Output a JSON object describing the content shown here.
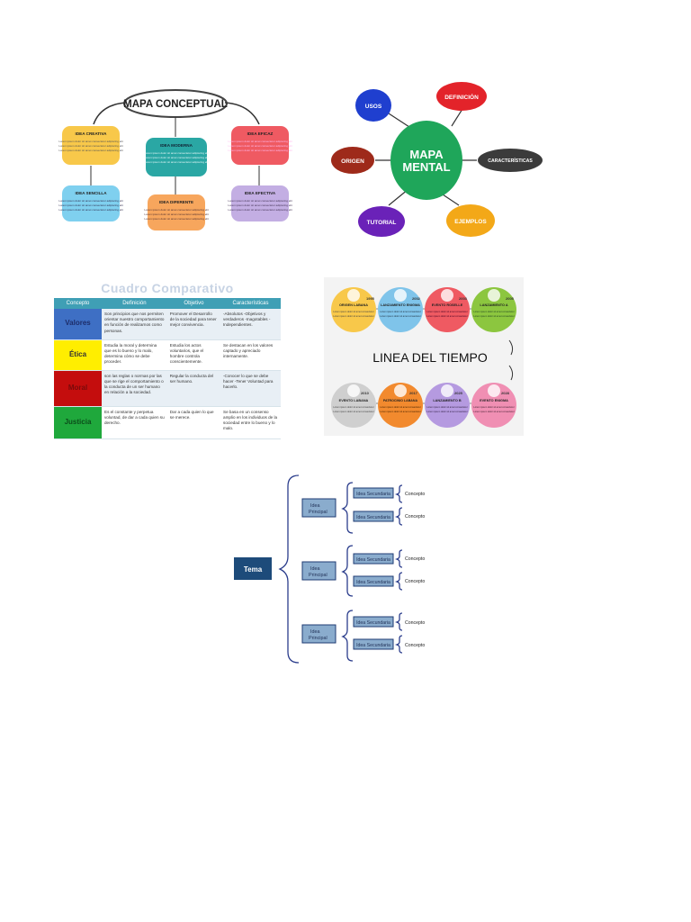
{
  "concept_map": {
    "title": "MAPA CONCEPTUAL",
    "body_text": "Lorem ipsum dolor sit amet consectetur adipiscing elit",
    "nodes": [
      {
        "label": "IDEA CREATIVA",
        "color": "#f8c84a"
      },
      {
        "label": "IDEA MODERNA",
        "color": "#2aa7a4"
      },
      {
        "label": "IDEA EFICAZ",
        "color": "#ef5a62"
      },
      {
        "label": "IDEA SENCILLA",
        "color": "#7fd0ef"
      },
      {
        "label": "IDEA DIFERENTE",
        "color": "#f7a65d"
      },
      {
        "label": "IDEA EFECTIVA",
        "color": "#c3aee3"
      }
    ]
  },
  "mind_map": {
    "center_line1": "MAPA",
    "center_line2": "MENTAL",
    "center_color": "#1fa65a",
    "nodes": [
      {
        "label": "USOS",
        "color": "#1f3fcf"
      },
      {
        "label": "DEFINICIÓN",
        "color": "#e3232a"
      },
      {
        "label": "ORIGEN",
        "color": "#9e2a1a"
      },
      {
        "label": "CARACTERÍSTICAS",
        "color": "#3b3b3b"
      },
      {
        "label": "TUTORIAL",
        "color": "#6a22b8"
      },
      {
        "label": "EJEMPLOS",
        "color": "#f3a818"
      }
    ]
  },
  "comparative": {
    "title": "Cuadro Comparativo",
    "headers": [
      "Concepto",
      "Definición",
      "Objetivo",
      "Características"
    ],
    "rows": [
      {
        "concept": "Valores",
        "color": "#3e6fc4",
        "text_color": "#1d2d6a",
        "definition": "Son principios que nos permiten orientar nuestro comportamiento en función de realizarnos como personas.",
        "objective": "Promover el Desarrollo de la sociedad para tener mejor convivencia.",
        "characteristics": "-Absolutos -Objetivos y verdaderos -Inagotables -Independientes."
      },
      {
        "concept": "Ética",
        "color": "#ffee00",
        "text_color": "#333333",
        "definition": "Estudia la moral y determina que es lo bueno y lo malo, determina cómo se debe proceder.",
        "objective": "Estudia los actos voluntarios, que el hombre controla conscientemente.",
        "characteristics": "Se destacan en los valores captado y apreciado internamente."
      },
      {
        "concept": "Moral",
        "color": "#c40d0d",
        "text_color": "#7a0a0a",
        "definition": "son las reglas o normas por las que se rige el comportamiento o la conducta de un ser humano en relación a la sociedad.",
        "objective": "Regular la conducta del ser humano.",
        "characteristics": "-Conocer lo que se debe hacer -Tener Voluntad para hacerlo."
      },
      {
        "concept": "Justicia",
        "color": "#1fa83c",
        "text_color": "#0b4d1a",
        "definition": "Es el constante y perpetua voluntad, de dar a cada quien su derecho.",
        "objective": "Dar a cada quien lo que se merece.",
        "characteristics": "Se basa en un consenso amplio en los individuos de la sociedad entre lo bueno y lo malo."
      }
    ]
  },
  "timeline": {
    "title": "LINEA DEL TIEMPO",
    "body_text": "Lorem ipsum dolor sit amet consectetur",
    "top": [
      {
        "year": "1995",
        "label": "ORIGEN LABANA",
        "color": "#f8c84a"
      },
      {
        "year": "2002",
        "label": "LANZAMIENTO ENIGMA",
        "color": "#7fc4ea"
      },
      {
        "year": "2003",
        "label": "EVENTO ROSELLE",
        "color": "#ef5a62"
      },
      {
        "year": "2005",
        "label": "LANZAMIENTO A",
        "color": "#8cc63f"
      }
    ],
    "bottom": [
      {
        "year": "2010",
        "label": "EVENTO LABANA",
        "color": "#cfcfcf"
      },
      {
        "year": "2017",
        "label": "PATROCINIO LABANA",
        "color": "#f28a2e"
      },
      {
        "year": "2025",
        "label": "LANZAMIENTO B",
        "color": "#b59ae0"
      },
      {
        "year": "2028",
        "label": "EVENTO ENIGMA",
        "color": "#f08fb3"
      }
    ]
  },
  "key_diagram": {
    "tema": "Tema",
    "idea_principal": [
      "Idea",
      "Principal"
    ],
    "idea_secundaria": "Idea Secundaria",
    "concepto": "Concepto"
  }
}
